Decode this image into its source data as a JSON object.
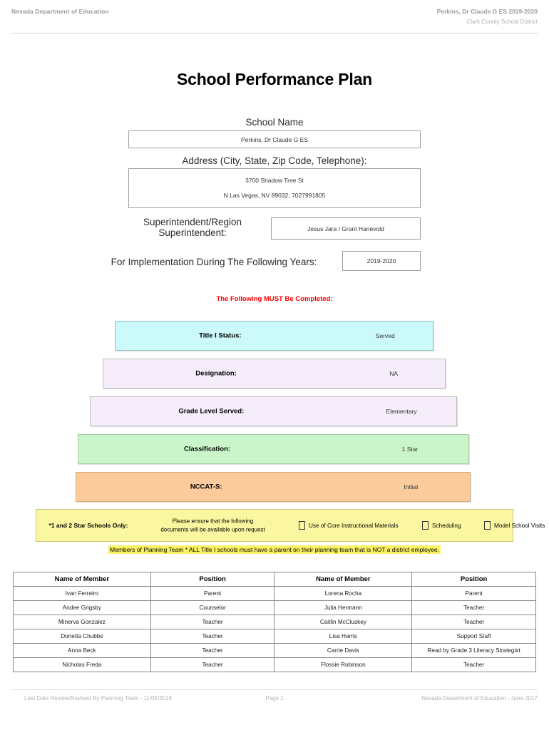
{
  "header": {
    "left": "Nevada Department of Education",
    "right_line1": "Perkins, Dr Claude G ES  2019-2020",
    "right_line2": "Clark County School District"
  },
  "title": "School Performance Plan",
  "fields": {
    "school_name_label": "School Name",
    "school_name_value": "Perkins, Dr Claude G ES",
    "address_label": "Address (City, State, Zip Code, Telephone):",
    "address_line1": "3700 Shadow Tree St",
    "address_line2": "N Las Vegas, NV  89032, 7027991805",
    "superintendent_label_line1": "Superintendent/Region",
    "superintendent_label_line2": "Superintendent:",
    "superintendent_value": "Jesus Jara / Grant Hanevold",
    "years_label": "For Implementation During The Following Years:",
    "years_value": "2019-2020"
  },
  "notice": "The Following MUST Be Completed:",
  "status_bars": [
    {
      "label": "Title I Status:",
      "value": "Served",
      "color": "#CCFAFA",
      "border": "#9bbdbd"
    },
    {
      "label": "Designation:",
      "value": "NA",
      "color": "#F5EDFA",
      "border": "#bdbdbd"
    },
    {
      "label": "Grade Level Served:",
      "value": "Elementary",
      "color": "#F5EDFA",
      "border": "#bdbdbd"
    },
    {
      "label": "Classification:",
      "value": "1 Star",
      "color": "#CAF5CA",
      "border": "#a8c9a8"
    },
    {
      "label": "NCCAT-S:",
      "value": "Initial",
      "color": "#FBCB9C",
      "border": "#d9ab80"
    }
  ],
  "star_schools": {
    "title": "*1 and 2 Star Schools Only:",
    "note_line1": "Please ensure that the following",
    "note_line2": "documents will be available upon request",
    "checkboxes": [
      {
        "label": "Use of Core Instructional Materials",
        "checked": false
      },
      {
        "label": "Scheduling",
        "checked": false
      },
      {
        "label": "Model School Visits",
        "checked": false
      }
    ]
  },
  "planning_banner": "Members of Planning Team * ALL Title I schools must have a parent on their planning team that is NOT a district employee.",
  "members_table": {
    "headers": [
      "Name of Member",
      "Position",
      "Name of Member",
      "Position"
    ],
    "rows": [
      [
        "Ivan Ferreiro",
        "Parent",
        "Lorena Rocha",
        "Parent"
      ],
      [
        "Andee Grigsby",
        "Counselor",
        "Julia Hermann",
        "Teacher"
      ],
      [
        "Minerva Gonzalez",
        "Teacher",
        "Caitlin McCluskey",
        "Teacher"
      ],
      [
        "Donetta Chubbs",
        "Teacher",
        "Lisa Harris",
        "Support Staff"
      ],
      [
        "Anna Beck",
        "Teacher",
        "Carrie Davis",
        "Read by Grade 3 Literacy Strategist"
      ],
      [
        "Nicholas Freda",
        "Teacher",
        "Flossie Robinson",
        "Teacher"
      ]
    ]
  },
  "footer": {
    "left": "Last Date Review/Revised By Planning Team - 11/05/2019",
    "center": "Page 1",
    "right": "Nevada Department of Education - June 2017"
  }
}
